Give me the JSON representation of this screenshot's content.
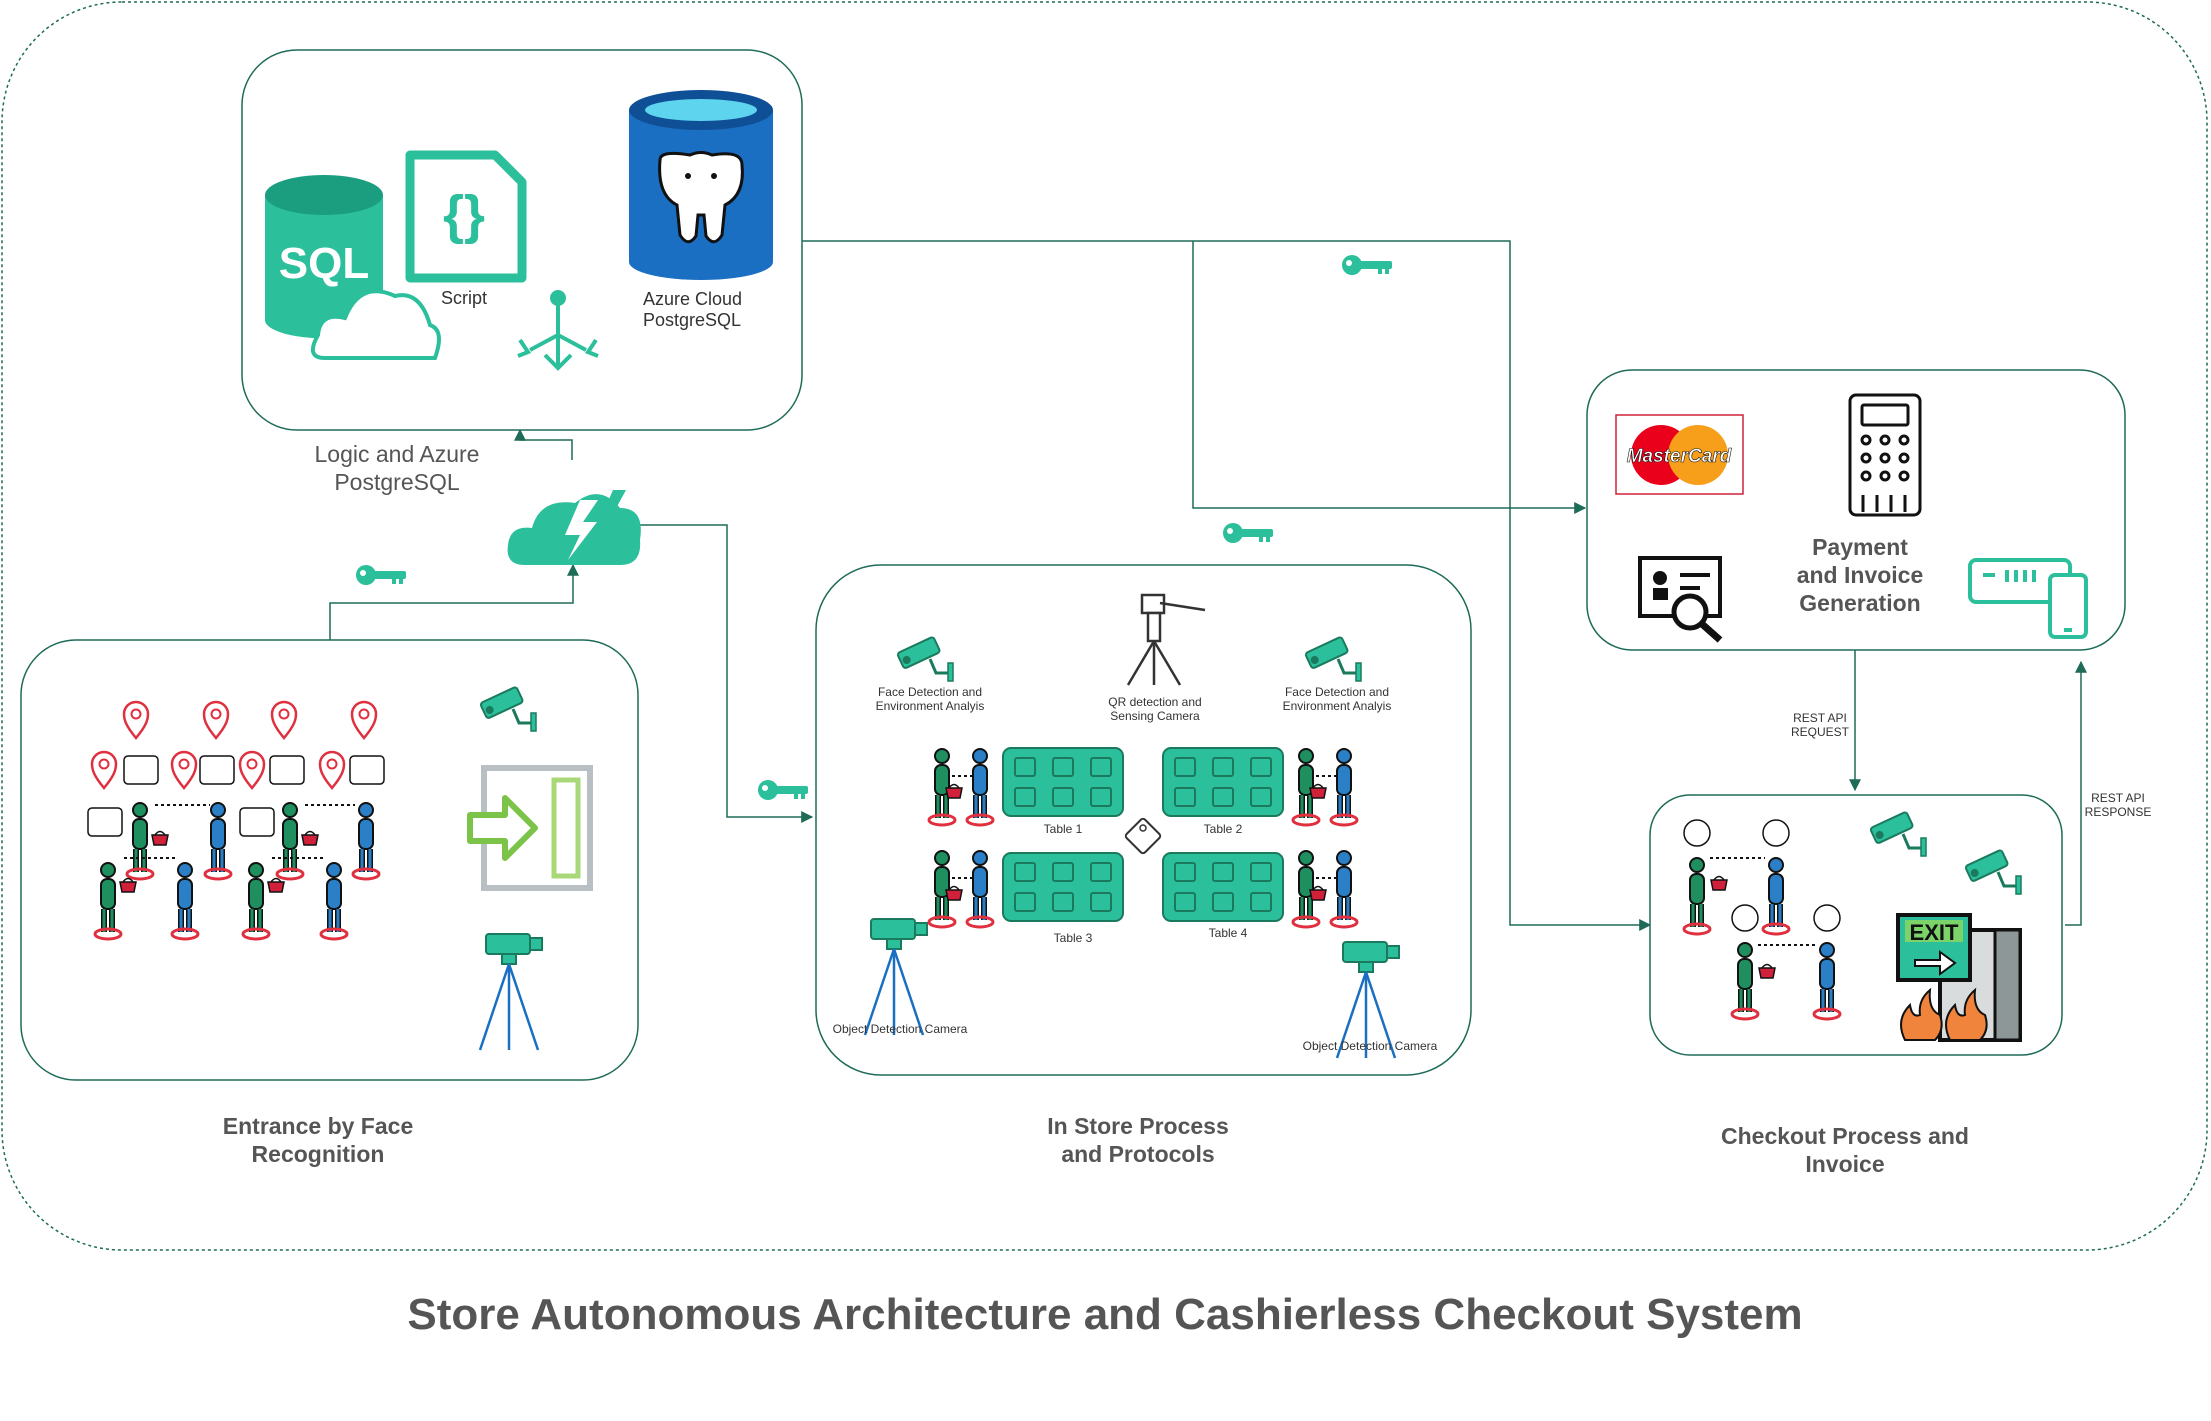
{
  "title": "Store Autonomous Architecture and Cashierless Checkout System",
  "groups": {
    "database": "Logic and Azure\nPostgreSQL",
    "entrance": "Entrance by Face\nRecognition",
    "instore": "In Store Process\nand Protocols",
    "checkout": "Checkout Process and\nInvoice"
  },
  "db": {
    "sql_icon": "SQL",
    "script_icon": "{}",
    "script_label": "Script",
    "azure_label": "Azure Cloud\nPostgreSQL"
  },
  "instore": {
    "face_left": "Face Detection and\nEnvironment Analyis",
    "qr": "QR detection and\nSensing Camera",
    "face_right": "Face Detection and\nEnvironment Analyis",
    "table1": "Table 1",
    "table2": "Table 2",
    "table3": "Table 3",
    "table4": "Table 4",
    "cam_left": "Object Detection Camera",
    "cam_right": "Object Detection Camera"
  },
  "payment": {
    "card_brand": "MasterCard",
    "label": "Payment\nand Invoice\nGeneration"
  },
  "api": {
    "request": "REST API\nREQUEST",
    "response": "REST API\nRESPONSE"
  },
  "checkout": {
    "exit_sign": "EXIT"
  },
  "colors": {
    "teal": "#2bbf9b",
    "teal_dark": "#1b7a5e",
    "box_stroke": "#1e6b58",
    "connector": "#1e6b58",
    "person_green": "#1f8f5f",
    "person_blue": "#2a7fc6",
    "pin_red": "#e03040",
    "basket_red": "#d0203a",
    "azure_blue": "#1a6fc2"
  }
}
